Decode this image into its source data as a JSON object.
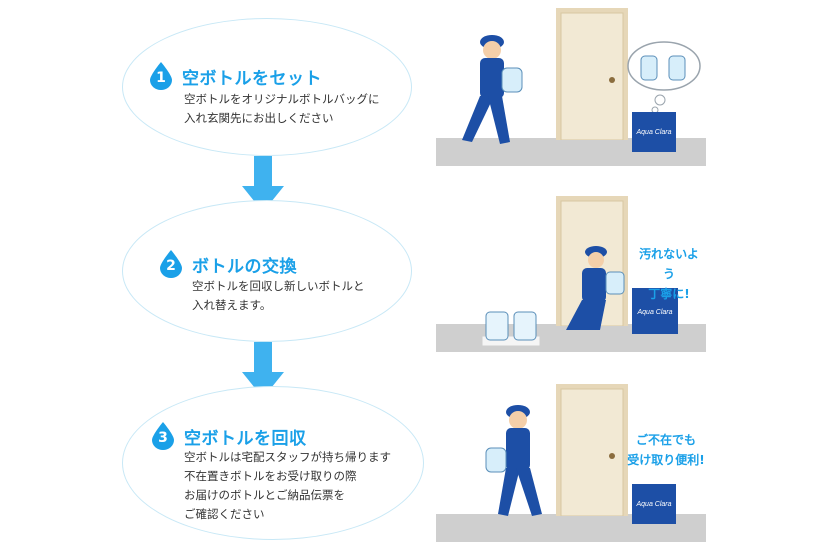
{
  "steps": [
    {
      "number": "1",
      "title": "空ボトルをセット",
      "lines": [
        "空ボトルをオリジナルボトルバッグに",
        "入れ玄関先にお出しください"
      ]
    },
    {
      "number": "2",
      "title": "ボトルの交換",
      "lines": [
        "空ボトルを回収し新しいボトルと",
        "入れ替えます。"
      ]
    },
    {
      "number": "3",
      "title": "空ボトルを回収",
      "lines": [
        "空ボトルは宅配スタッフが持ち帰ります",
        "不在置きボトルをお受け取りの際",
        "お届けのボトルとご納品伝票を",
        "ご確認ください"
      ]
    }
  ],
  "scenes": {
    "scene2_caption": [
      "汚れないよう",
      "丁寧に!"
    ],
    "scene3_caption": [
      "ご不在でも",
      "受け取り便利!"
    ],
    "bag_logo": "Aqua Clara"
  },
  "colors": {
    "accent": "#1aa0e8",
    "arrow": "#3fb2ef",
    "ellipse_border": "#c8e8f6",
    "uniform": "#1d4fa6",
    "door": "#f0e6cf",
    "floor": "#cfcfcf"
  }
}
